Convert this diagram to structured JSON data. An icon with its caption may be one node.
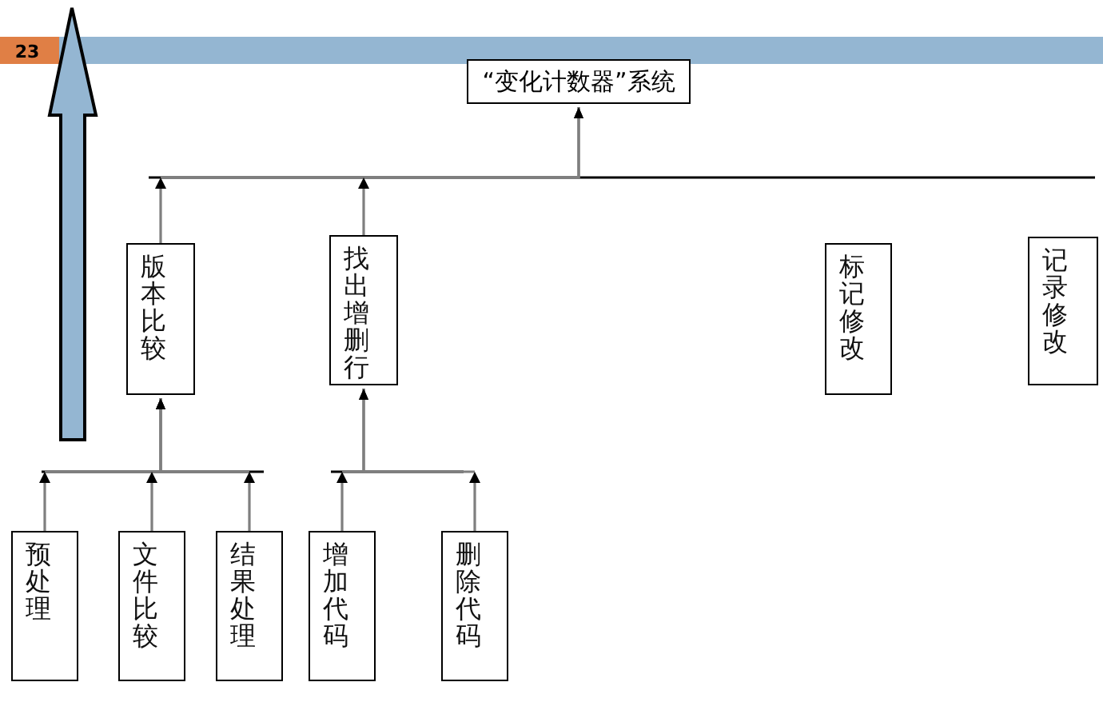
{
  "diagram": {
    "nodes": [
      {
        "text": [
          "“变化计数器”系统"
        ]
      },
      {
        "text": [
          "版本比较"
        ]
      },
      {
        "text": [
          "找出增删行"
        ]
      },
      {
        "text": [
          "标记修改"
        ]
      },
      {
        "text": [
          "记录修改"
        ]
      },
      {
        "text": [
          "预处理"
        ]
      },
      {
        "text": [
          "文件比较"
        ]
      },
      {
        "text": [
          "结果处理"
        ]
      },
      {
        "text": [
          "增加代码"
        ]
      },
      {
        "text": [
          "删除代码"
        ]
      }
    ],
    "edges": [
      {
        "from": 1,
        "to": 0,
        "arrow": "to"
      },
      {
        "from": 2,
        "to": 0,
        "arrow": "to"
      },
      {
        "from": 5,
        "to": 1,
        "arrow": "to"
      },
      {
        "from": 6,
        "to": 1,
        "arrow": "to"
      },
      {
        "from": 7,
        "to": 1,
        "arrow": "to"
      },
      {
        "from": 8,
        "to": 2,
        "arrow": "to"
      },
      {
        "from": 9,
        "to": 2,
        "arrow": "to"
      }
    ],
    "labels": [
      "23"
    ]
  }
}
